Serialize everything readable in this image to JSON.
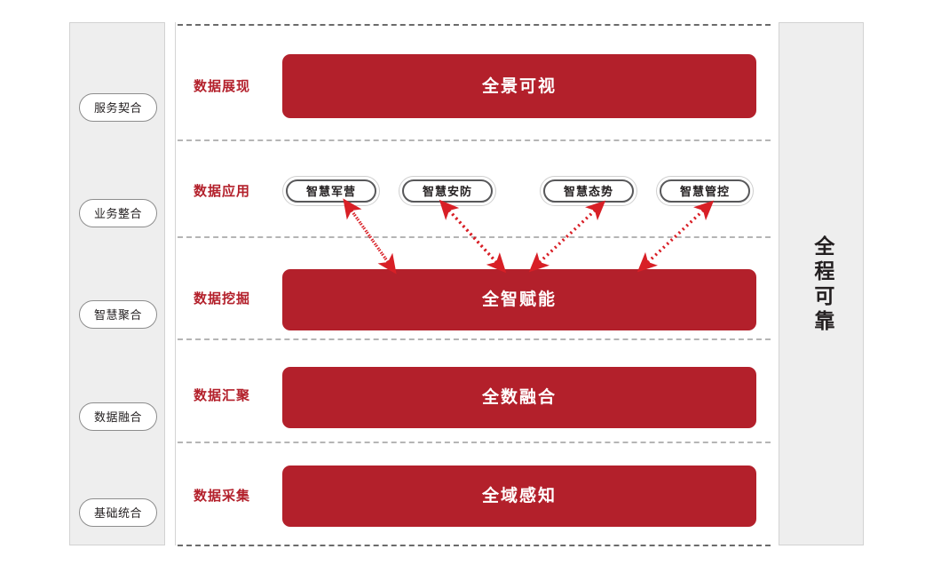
{
  "diagram": {
    "title_vertical": "全程可靠",
    "accent_color": "#B3202B",
    "panel_bg": "#EEEEEE",
    "left_panel": {
      "name": "capability-panel",
      "items": [
        {
          "label": "服务契合"
        },
        {
          "label": "业务整合"
        },
        {
          "label": "智慧聚合"
        },
        {
          "label": "数据融合"
        },
        {
          "label": "基础统合"
        }
      ]
    },
    "right_panel": {
      "name": "reliability-panel",
      "label": "全程可靠"
    },
    "layers": [
      {
        "stage": "数据展现",
        "type": "bar",
        "bar_label": "全景可视"
      },
      {
        "stage": "数据应用",
        "type": "pills",
        "pills": [
          {
            "label": "智慧军营"
          },
          {
            "label": "智慧安防"
          },
          {
            "label": "智慧态势"
          },
          {
            "label": "智慧管控"
          }
        ]
      },
      {
        "stage": "数据挖掘",
        "type": "bar",
        "bar_label": "全智赋能"
      },
      {
        "stage": "数据汇聚",
        "type": "bar",
        "bar_label": "全数融合"
      },
      {
        "stage": "数据采集",
        "type": "bar",
        "bar_label": "全域感知"
      }
    ]
  }
}
